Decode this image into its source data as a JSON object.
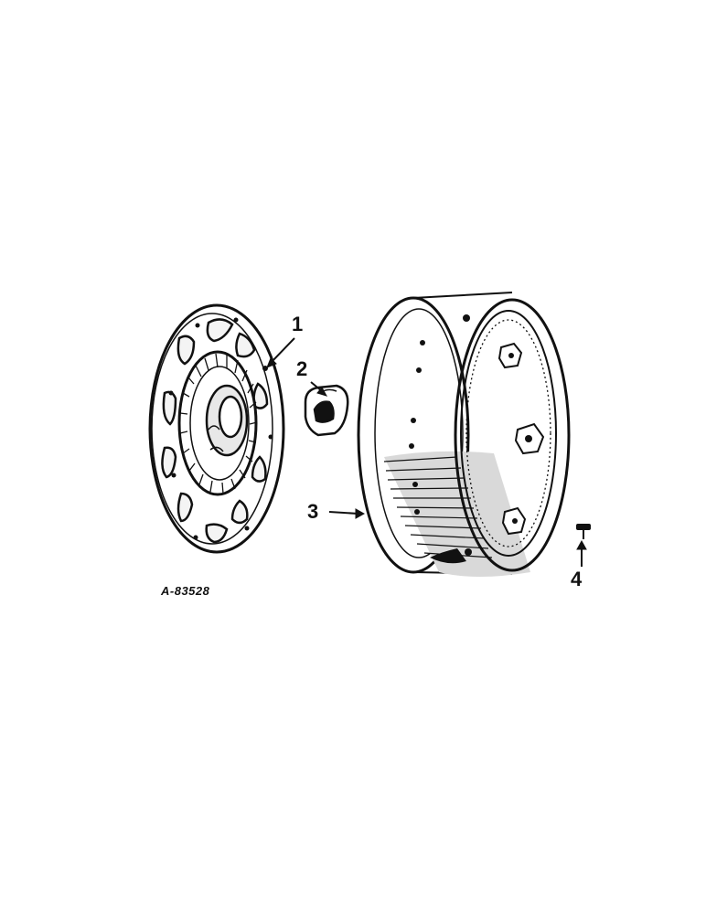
{
  "callouts": {
    "part_1": "1",
    "part_2": "2",
    "part_3": "3",
    "part_4": "4"
  },
  "figure_id": "A-83528",
  "parts": [
    {
      "callout": "1",
      "icon": "wheel-disc-icon"
    },
    {
      "callout": "2",
      "icon": "clamp-lug-icon"
    },
    {
      "callout": "3",
      "icon": "wheel-rim-icon"
    },
    {
      "callout": "4",
      "icon": "bolt-icon"
    }
  ]
}
